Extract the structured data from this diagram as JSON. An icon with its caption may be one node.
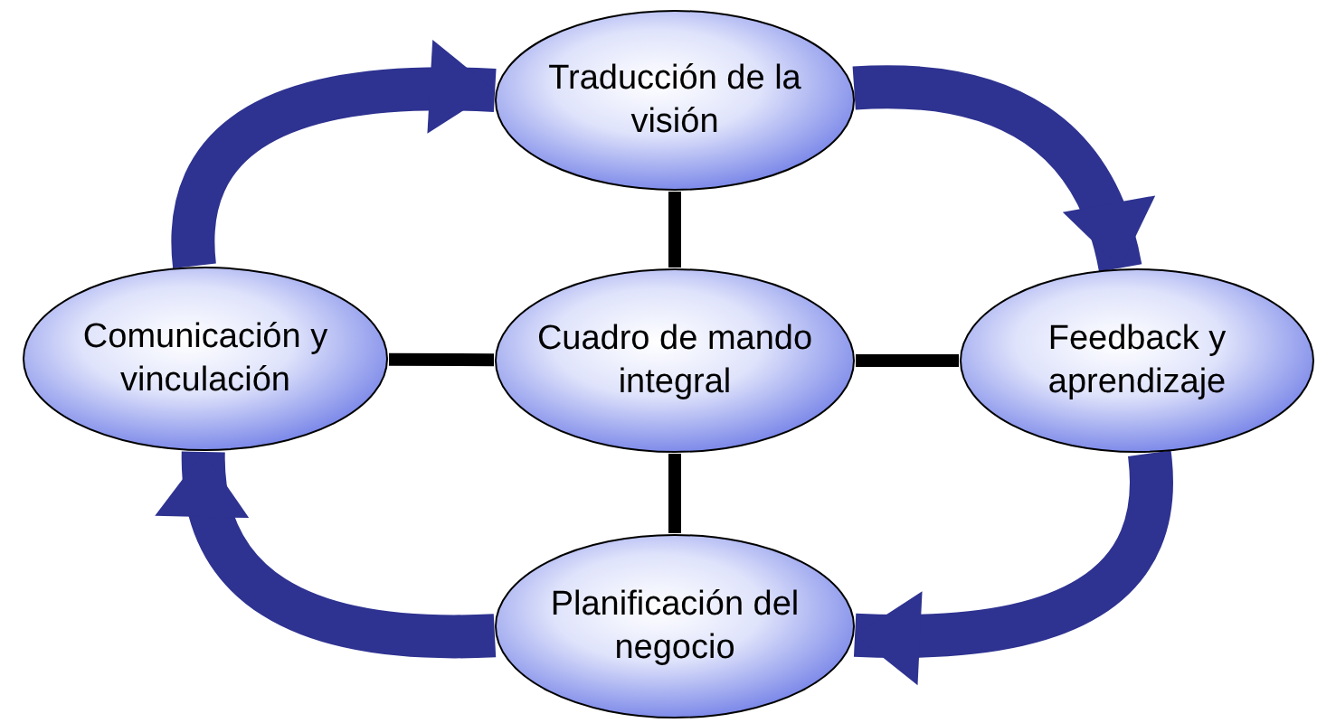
{
  "diagram": {
    "nodes": [
      {
        "text": [
          "Traducción de la visión"
        ]
      },
      {
        "text": [
          "Comunicación y vinculación"
        ]
      },
      {
        "text": [
          "Cuadro de mando integral"
        ]
      },
      {
        "text": [
          "Feedback y aprendizaje"
        ]
      },
      {
        "text": [
          "Planificación del negocio"
        ]
      }
    ],
    "edges": [
      {
        "from": 2,
        "to": 0,
        "arrow": "none"
      },
      {
        "from": 2,
        "to": 1,
        "arrow": "none"
      },
      {
        "from": 2,
        "to": 3,
        "arrow": "none"
      },
      {
        "from": 2,
        "to": 4,
        "arrow": "none"
      },
      {
        "from": 1,
        "to": 0,
        "arrow": "to",
        "style": "thick",
        "color": "#2e3290"
      },
      {
        "from": 0,
        "to": 3,
        "arrow": "to",
        "style": "thick",
        "color": "#2e3290"
      },
      {
        "from": 3,
        "to": 4,
        "arrow": "to",
        "style": "thick",
        "color": "#2e3290"
      },
      {
        "from": 4,
        "to": 1,
        "arrow": "to",
        "style": "thick",
        "color": "#2e3290"
      }
    ]
  }
}
